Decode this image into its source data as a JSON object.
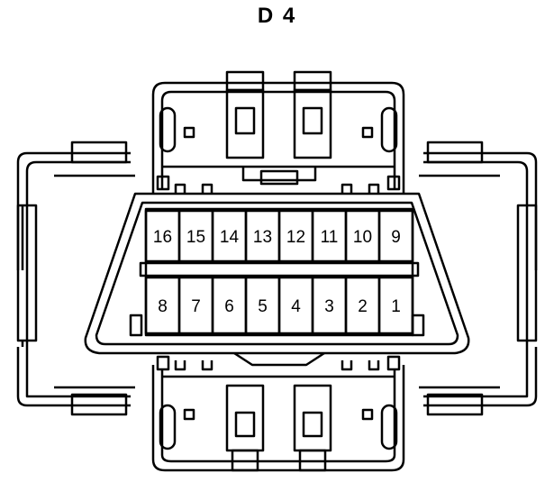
{
  "diagram": {
    "title": "D 4",
    "pins_top_row": [
      "16",
      "15",
      "14",
      "13",
      "12",
      "11",
      "10",
      "9"
    ],
    "pins_bottom_row": [
      "8",
      "7",
      "6",
      "5",
      "4",
      "3",
      "2",
      "1"
    ],
    "colors": {
      "stroke": "#000000",
      "background": "#ffffff"
    }
  }
}
